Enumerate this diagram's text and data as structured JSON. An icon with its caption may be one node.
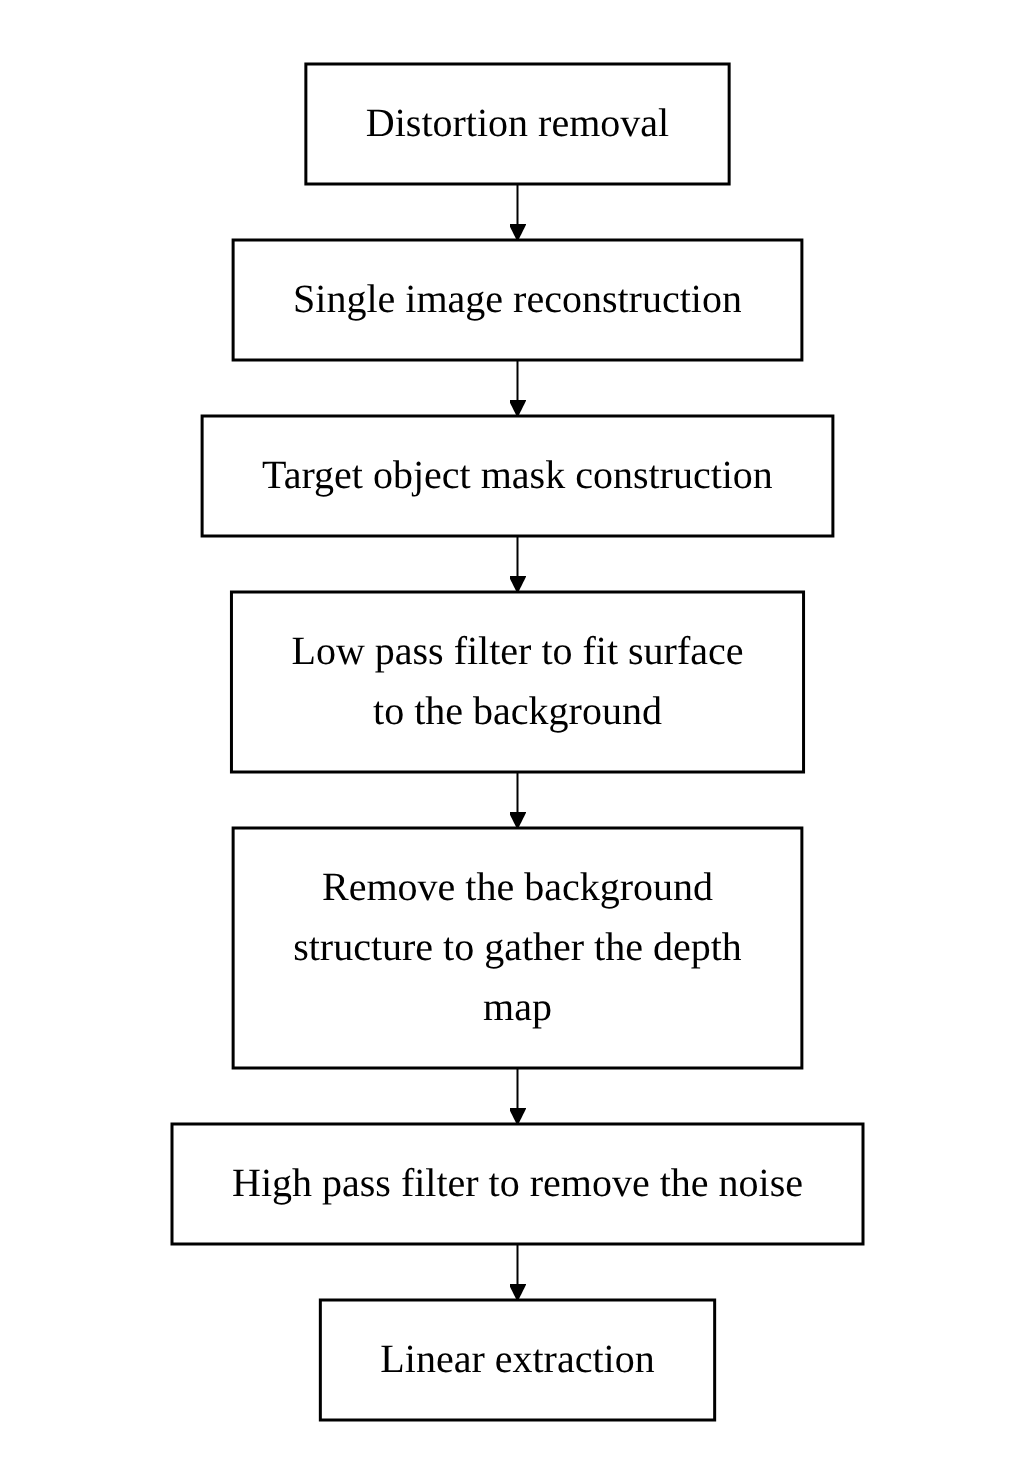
{
  "diagram": {
    "nodes": [
      {
        "text": [
          "Distortion removal"
        ]
      },
      {
        "text": [
          "Single image reconstruction"
        ]
      },
      {
        "text": [
          "Target object mask construction"
        ]
      },
      {
        "text": [
          "Low pass filter to fit surface to the background"
        ]
      },
      {
        "text": [
          "Remove the background structure to gather the depth map"
        ]
      },
      {
        "text": [
          "High pass filter to remove the noise"
        ]
      },
      {
        "text": [
          "Linear extraction"
        ]
      }
    ],
    "edges": [
      {
        "from": 0,
        "to": 1,
        "arrow": "to"
      },
      {
        "from": 1,
        "to": 2,
        "arrow": "to"
      },
      {
        "from": 2,
        "to": 3,
        "arrow": "to"
      },
      {
        "from": 3,
        "to": 4,
        "arrow": "to"
      },
      {
        "from": 4,
        "to": 5,
        "arrow": "to"
      },
      {
        "from": 5,
        "to": 6,
        "arrow": "to"
      }
    ]
  }
}
